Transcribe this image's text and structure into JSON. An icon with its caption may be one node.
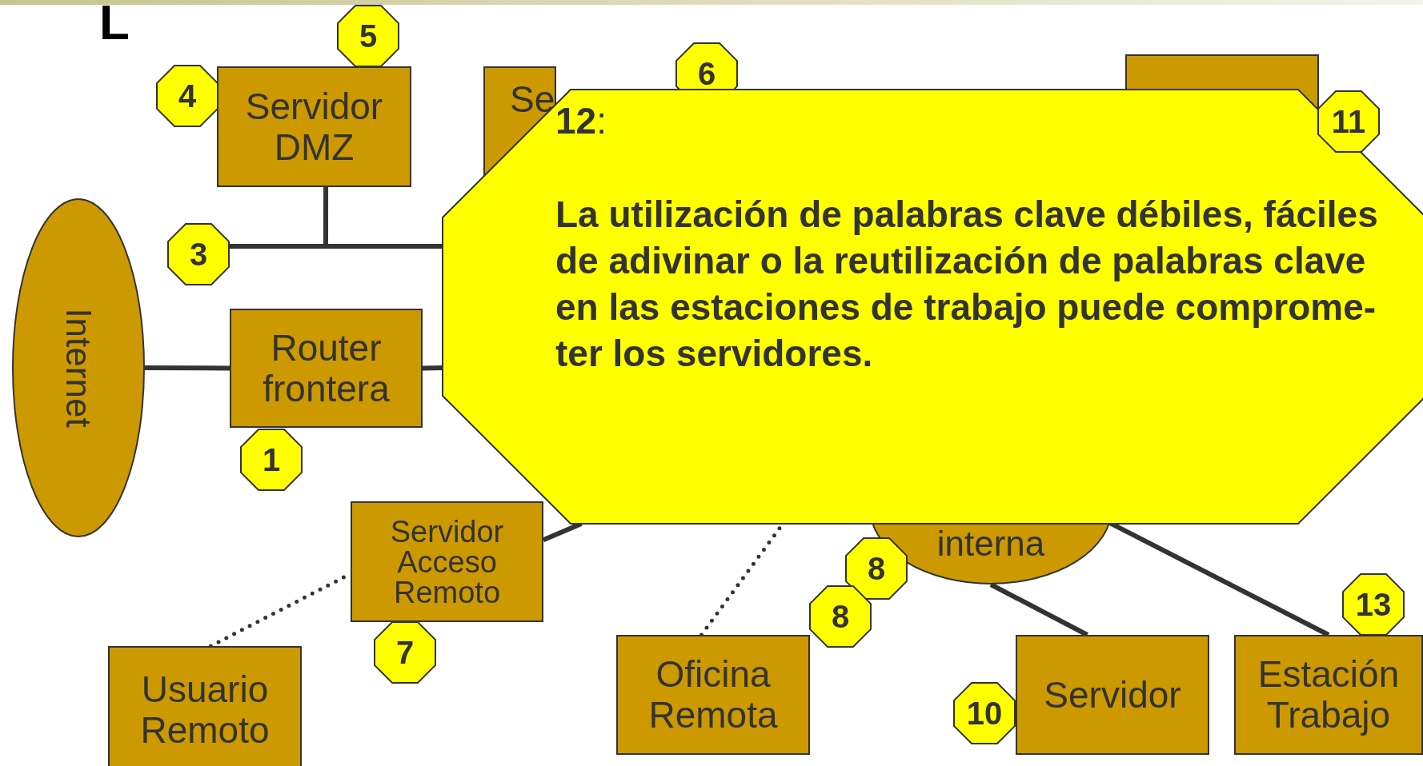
{
  "diagram": {
    "nodes": [
      {
        "text": [
          "Servidor DMZ"
        ]
      },
      {
        "text": [
          "5"
        ]
      },
      {
        "text": [
          "4"
        ]
      },
      {
        "text": [
          "Se"
        ]
      },
      {
        "text": [
          "6"
        ]
      },
      {
        "text": [],
        "shape": "box"
      },
      {
        "text": [
          "**12**:",
          "La utilización de palabras clave débiles, fáciles de adivinar o la reutilización de palabras clave en las estaciones de trabajo puede comprome- ter los servidores."
        ]
      },
      {
        "text": [
          "11"
        ]
      },
      {
        "text": [
          "3"
        ]
      },
      {
        "text": [
          "Internet"
        ]
      },
      {
        "text": [
          "Router frontera"
        ]
      },
      {
        "text": [
          "1"
        ]
      },
      {
        "text": [
          "Servidor Acceso Remoto"
        ]
      },
      {
        "text": [
          "7"
        ]
      },
      {
        "text": [
          "Usuario Remoto"
        ]
      },
      {
        "text": [
          "Oficina Remota"
        ]
      },
      {
        "text": [
          "interna"
        ]
      },
      {
        "text": [
          "8"
        ]
      },
      {
        "text": [
          "8"
        ]
      },
      {
        "text": [
          "Servidor"
        ]
      },
      {
        "text": [
          "10"
        ]
      },
      {
        "text": [
          "Estación Trabajo"
        ]
      },
      {
        "text": [
          "13"
        ]
      }
    ],
    "edges": [
      {
        "from": 0,
        "to": 6,
        "arrow": "none"
      },
      {
        "from": 8,
        "to": null,
        "arrow": "none"
      },
      {
        "from": 9,
        "to": 10,
        "arrow": "none"
      },
      {
        "from": 10,
        "to": 6,
        "arrow": "none"
      },
      {
        "from": 12,
        "to": 6,
        "arrow": "none"
      },
      {
        "from": 14,
        "to": 12,
        "arrow": "none",
        "style": "dashed"
      },
      {
        "from": 15,
        "to": 6,
        "arrow": "none",
        "style": "dashed"
      },
      {
        "from": 16,
        "to": 19,
        "arrow": "none"
      },
      {
        "from": 16,
        "to": 21,
        "arrow": "none"
      }
    ],
    "labels": [
      "L"
    ]
  }
}
